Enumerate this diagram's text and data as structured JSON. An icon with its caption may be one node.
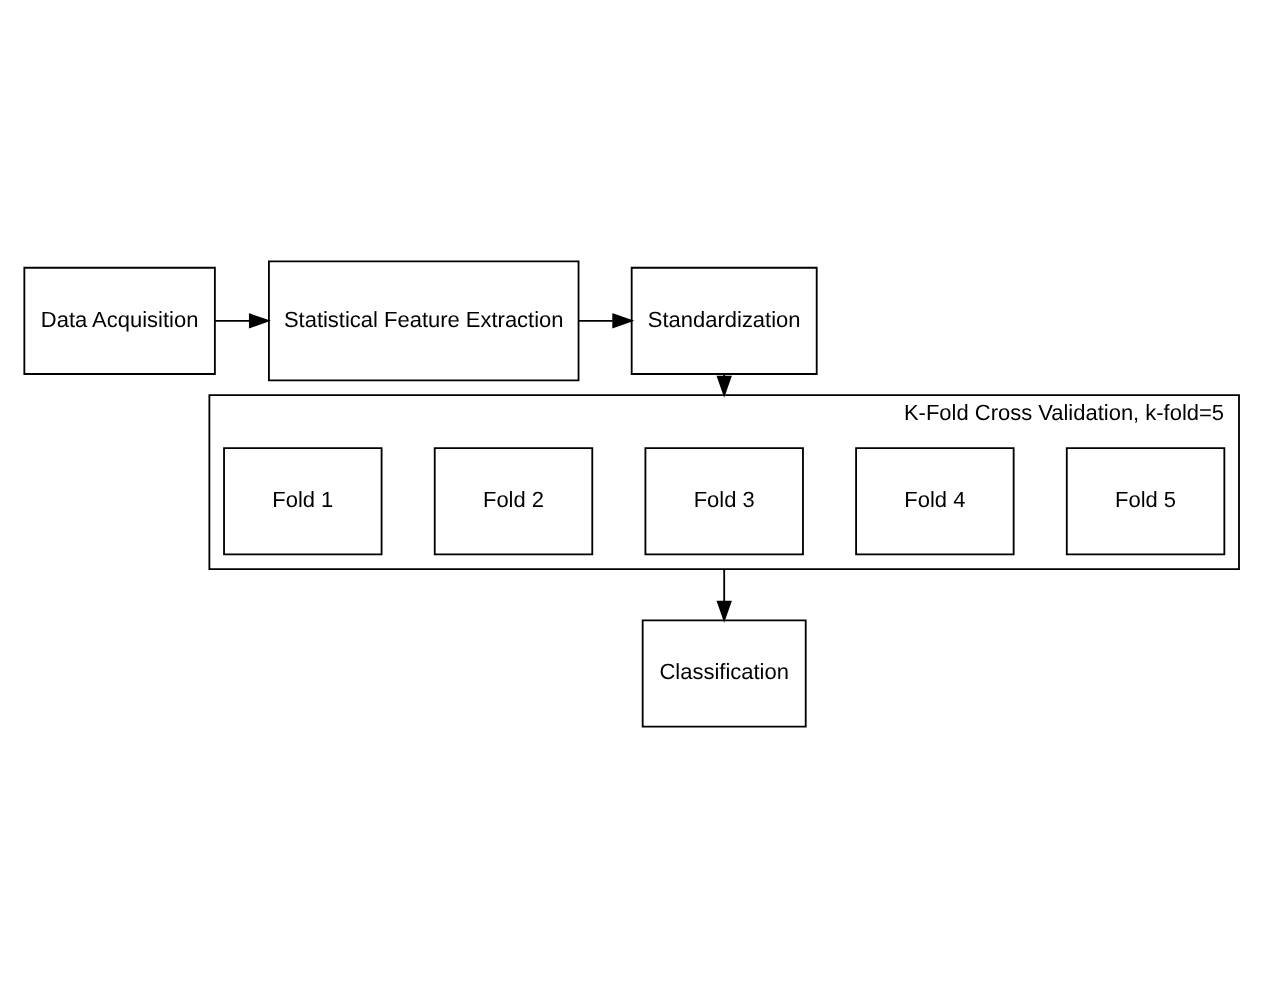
{
  "diagram": {
    "nodes": [
      {
        "text": [
          "Data Acquisition"
        ]
      },
      {
        "text": [
          "Statistical Feature Extraction"
        ]
      },
      {
        "text": [
          "Standardization"
        ]
      },
      {
        "text": [
          "K-Fold Cross Validation, k-fold=5"
        ]
      },
      {
        "text": [
          "Fold 1"
        ],
        "in": 3
      },
      {
        "text": [
          "Fold 2"
        ],
        "in": 3
      },
      {
        "text": [
          "Fold 3"
        ],
        "in": 3
      },
      {
        "text": [
          "Fold 4"
        ],
        "in": 3
      },
      {
        "text": [
          "Fold 5"
        ],
        "in": 3
      },
      {
        "text": [
          "Classification"
        ]
      }
    ],
    "edges": [
      {
        "from": 0,
        "to": 1,
        "arrow": "to"
      },
      {
        "from": 1,
        "to": 2,
        "arrow": "to"
      },
      {
        "from": 2,
        "to": 3,
        "arrow": "to"
      },
      {
        "from": 3,
        "to": 9,
        "arrow": "to"
      }
    ]
  }
}
